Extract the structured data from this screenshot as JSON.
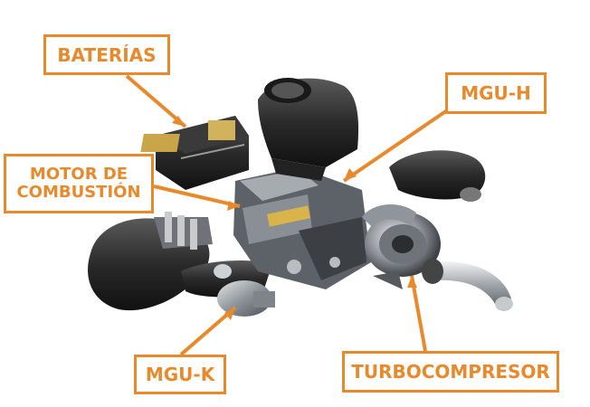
{
  "labels": {
    "baterias": "BATERÍAS",
    "mgu_h": "MGU-H",
    "motor_line1": "MOTOR DE",
    "motor_line2": "COMBUSTIÓN",
    "mgu_k": "MGU-K",
    "turbo": "TURBOCOMPRESOR"
  },
  "colors": {
    "accent": "#e8892b",
    "carbon": "#2b2b2b",
    "metal": "#9aa0a6"
  }
}
